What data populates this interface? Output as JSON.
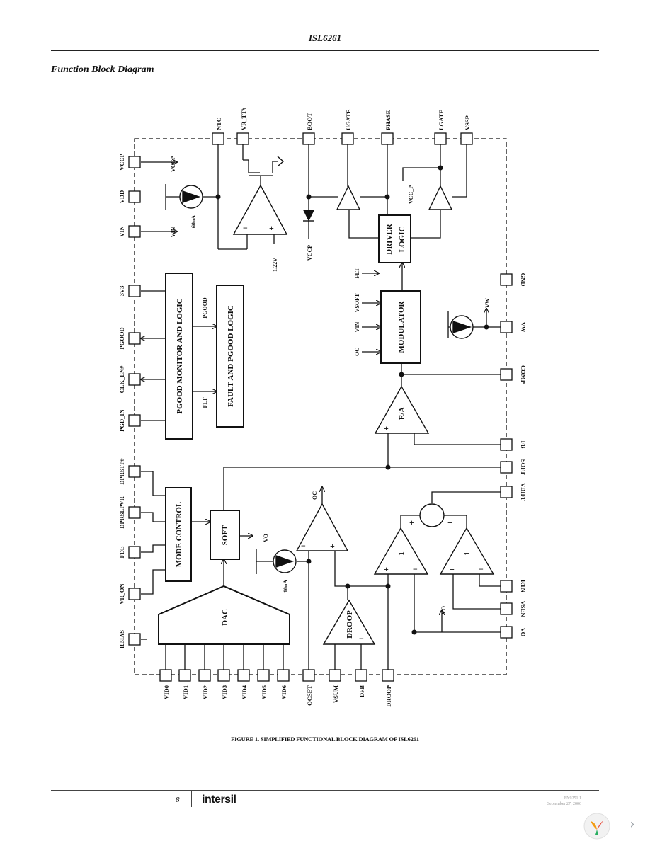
{
  "header": {
    "doc_title": "ISL6261"
  },
  "section_title": "Function Block Diagram",
  "figure_caption": "FIGURE 1. SIMPLIFIED FUNCTIONAL BLOCK DIAGRAM OF ISL6261",
  "footer": {
    "page_number": "8",
    "logo_text": "intersil",
    "doc_number": "FN9251.1",
    "date": "September 27, 2006"
  },
  "pins": {
    "top": [
      "NTC",
      "VR_TT#",
      "BOOT",
      "UGATE",
      "PHASE",
      "LGATE",
      "VSSP"
    ],
    "left": [
      "VCCP",
      "VDD",
      "VIN",
      "3V3",
      "PGOOD",
      "CLK_EN#",
      "PGD_IN",
      "DPRSTP#",
      "DPRSLPVR",
      "FDE",
      "VR_ON",
      "RBIAS"
    ],
    "right": [
      "GND",
      "VW",
      "COMP",
      "FB",
      "VDIFF",
      "SOFT",
      "RTN",
      "VSEN",
      "VO"
    ],
    "bottom": [
      "VID0",
      "VID1",
      "VID2",
      "VID3",
      "VID4",
      "VID5",
      "VID6",
      "OCSET",
      "VSUM",
      "DFB",
      "DROOP"
    ]
  },
  "blocks": {
    "pgood_monitor": "PGOOD MONITOR AND LOGIC",
    "fault_logic": "FAULT AND PGOOD LOGIC",
    "mode_control": "MODE CONTROL",
    "soft": "SOFT",
    "dac": "DAC",
    "driver_logic_1": "DRIVER",
    "driver_logic_2": "LOGIC",
    "modulator": "MODULATOR",
    "ea": "E/A",
    "droop": "DROOP",
    "buf1": "1",
    "buf2": "1"
  },
  "signals": {
    "vccp_int": "VCCP",
    "vin_int": "VIN",
    "i60": "60uA",
    "v122": "1.22V",
    "vccp_diode": "VCCP",
    "vccp_driver": "VCC_P",
    "pgood_sig": "PGOOD",
    "flt_sig": "FLT",
    "flt_driver": "FLT",
    "vsoft": "VSOFT",
    "vin_mod": "VIN",
    "oc_mod": "OC",
    "vw_src": "VW",
    "oc_comp": "OC",
    "vo_soft": "VO",
    "i10": "10uA",
    "vo_node": "VO"
  },
  "ui": {
    "fab_icon": "app-logo-icon",
    "next_icon": "chevron-right-icon"
  }
}
